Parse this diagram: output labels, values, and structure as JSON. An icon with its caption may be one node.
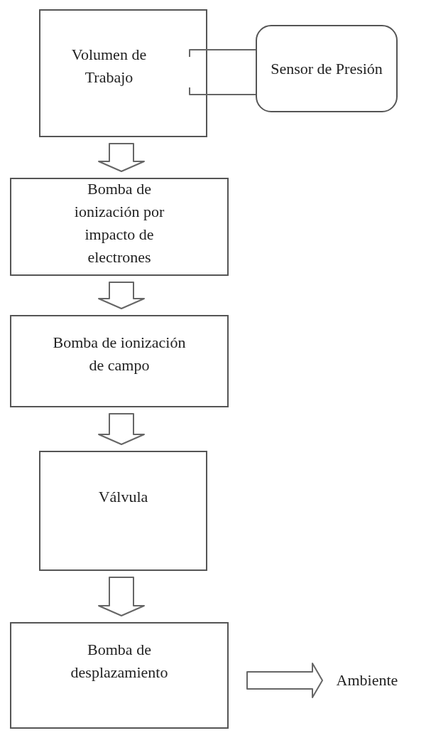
{
  "diagram": {
    "nodes": [
      {
        "text": [
          "Volumen de Trabajo"
        ]
      },
      {
        "text": [
          "Sensor de Presión"
        ]
      },
      {
        "text": [
          "Bomba de ionización por impacto de electrones"
        ]
      },
      {
        "text": [
          "Bomba de ionización de campo"
        ]
      },
      {
        "text": [
          "Válvula"
        ]
      },
      {
        "text": [
          "Bomba de desplazamiento"
        ]
      },
      {
        "text": [
          "Ambiente"
        ]
      }
    ],
    "edges": [
      {
        "from": 0,
        "to": 1,
        "arrow": "none"
      },
      {
        "from": 0,
        "to": 2,
        "arrow": "to"
      },
      {
        "from": 2,
        "to": 3,
        "arrow": "to"
      },
      {
        "from": 3,
        "to": 4,
        "arrow": "to"
      },
      {
        "from": 4,
        "to": 5,
        "arrow": "to"
      },
      {
        "from": 5,
        "to": 6,
        "arrow": "to"
      }
    ]
  }
}
